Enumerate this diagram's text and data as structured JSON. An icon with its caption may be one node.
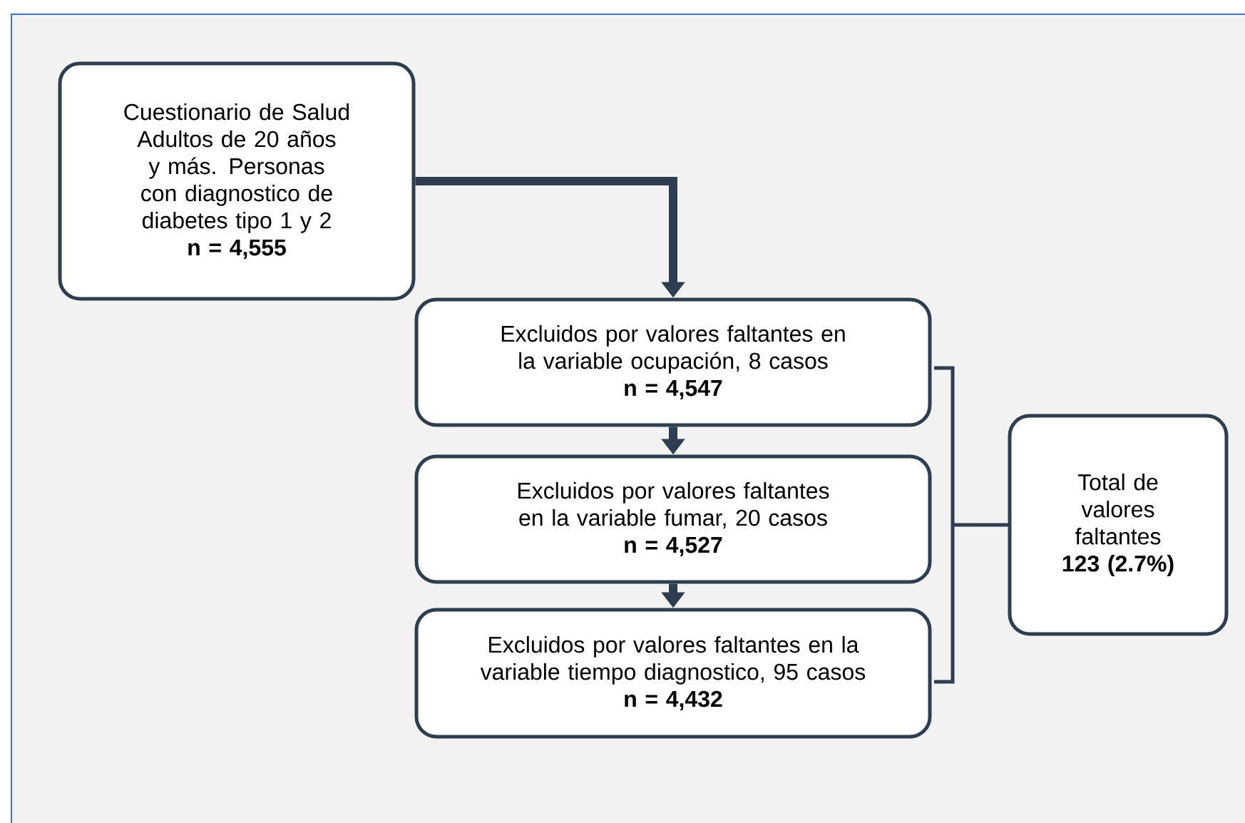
{
  "diagram": {
    "nodes": [
      {
        "text": [
          "Cuestionario de Salud Adultos de 20 años y más. Personas con diagnostico de diabetes tipo 1 y 2",
          "n = 4,555"
        ]
      },
      {
        "text": [
          "Excluidos por valores faltantes en la variable ocupación, 8 casos",
          "n = 4,547"
        ]
      },
      {
        "text": [
          "Excluidos por valores faltantes en la variable fumar, 20 casos",
          "n = 4,527"
        ]
      },
      {
        "text": [
          "Excluidos por valores faltantes en la variable tiempo diagnostico, 95 casos",
          "n = 4,432"
        ]
      },
      {
        "text": [
          "Total de valores faltantes **123 (2.7%)**"
        ]
      }
    ],
    "edges": [
      {
        "from": 0,
        "to": 1,
        "arrow": "to"
      },
      {
        "from": 1,
        "to": 2,
        "arrow": "to"
      },
      {
        "from": 2,
        "to": 3,
        "arrow": "to"
      }
    ]
  }
}
